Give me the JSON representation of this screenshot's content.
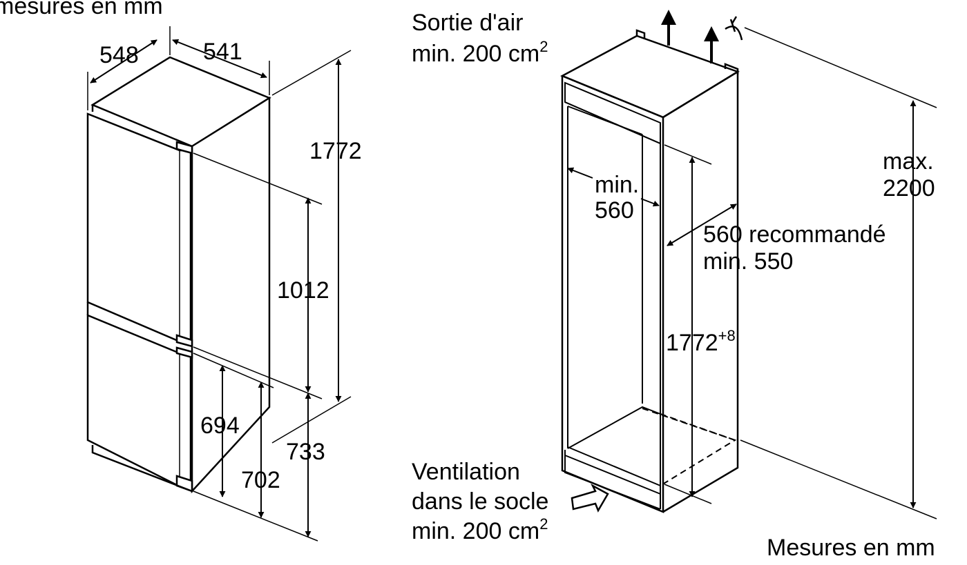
{
  "labels": {
    "units_top_left": "mesures en mm",
    "units_bottom_right": "Mesures en mm"
  },
  "appliance_dimensions": {
    "depth": "548",
    "width": "541",
    "height": "1772",
    "upper_door": "1012",
    "lower_door_a": "694",
    "lower_door_b": "702",
    "lower_section": "733"
  },
  "niche": {
    "air_outlet_line1": "Sortie d'air",
    "air_outlet_line2": "min. 200 cm",
    "air_outlet_sup": "2",
    "width_line1": "min.",
    "width_line2": "560",
    "depth_line1": "560 recommandé",
    "depth_line2": "min. 550",
    "height_value": "1772",
    "height_sup": "+8",
    "max_line1": "max.",
    "max_line2": "2200",
    "vent_line1": "Ventilation",
    "vent_line2": "dans le socle",
    "vent_line3": "min. 200 cm",
    "vent_sup": "2"
  },
  "icons": [
    "arrow-up-icon",
    "fan-icon",
    "arrow-right-icon"
  ]
}
